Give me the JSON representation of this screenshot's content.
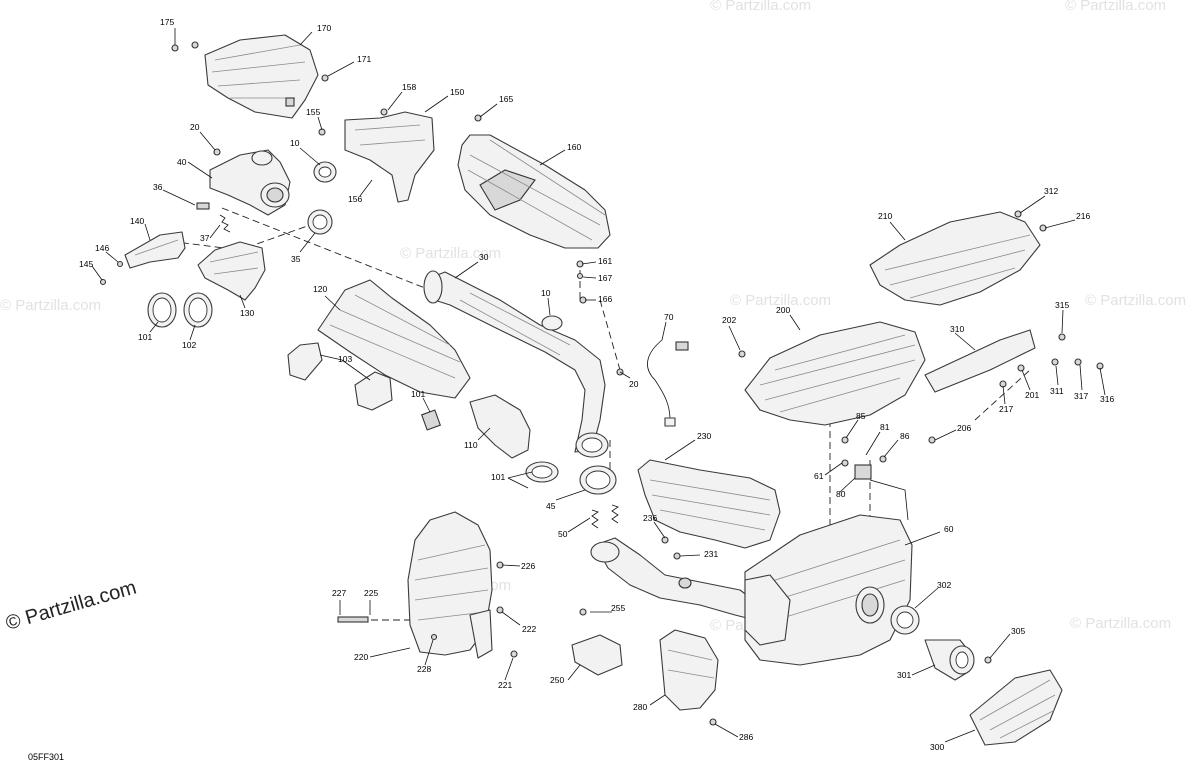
{
  "diagram_code": "05FF301",
  "watermark": "© Partzilla.com",
  "callouts": [
    "175",
    "170",
    "171",
    "158",
    "150",
    "165",
    "155",
    "10",
    "156",
    "20",
    "40",
    "36",
    "160",
    "140",
    "37",
    "146",
    "145",
    "35",
    "130",
    "30",
    "120",
    "101",
    "102",
    "103",
    "10",
    "161",
    "167",
    "166",
    "70",
    "20",
    "101",
    "110",
    "230",
    "101",
    "45",
    "50",
    "236",
    "231",
    "226",
    "227",
    "225",
    "222",
    "220",
    "228",
    "221",
    "250",
    "255",
    "280",
    "286",
    "210",
    "312",
    "216",
    "200",
    "202",
    "315",
    "310",
    "311",
    "317",
    "316",
    "201",
    "217",
    "85",
    "81",
    "86",
    "206",
    "61",
    "80",
    "60",
    "302",
    "305",
    "301",
    "300"
  ]
}
